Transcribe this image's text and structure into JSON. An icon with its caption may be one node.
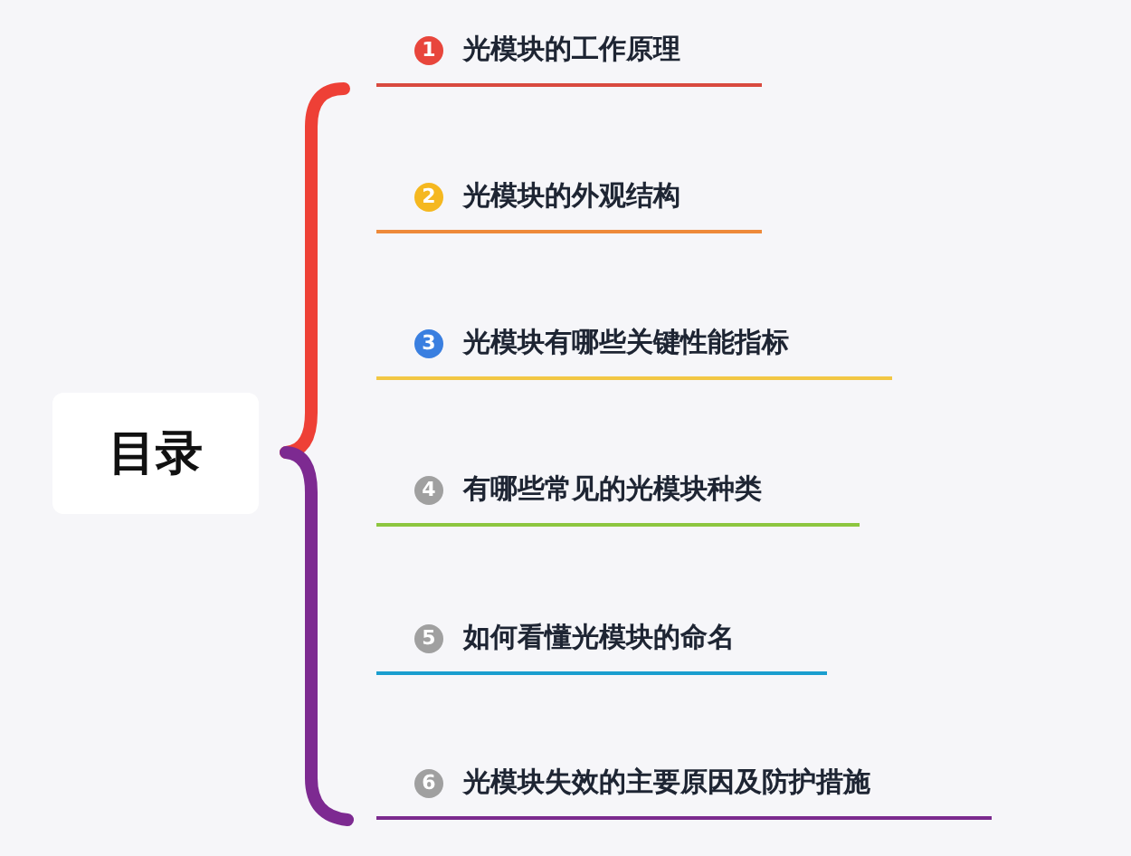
{
  "diagram": {
    "nodes": [
      {
        "text": [
          "目录"
        ]
      },
      {
        "text": [
          "1",
          "光模块的工作原理"
        ]
      },
      {
        "text": [
          "2",
          "光模块的外观结构"
        ]
      },
      {
        "text": [
          "3",
          "光模块有哪些关键性能指标"
        ]
      },
      {
        "text": [
          "4",
          "有哪些常见的光模块种类"
        ]
      },
      {
        "text": [
          "5",
          "如何看懂光模块的命名"
        ]
      },
      {
        "text": [
          "6",
          "光模块失效的主要原因及防护措施"
        ]
      }
    ]
  }
}
